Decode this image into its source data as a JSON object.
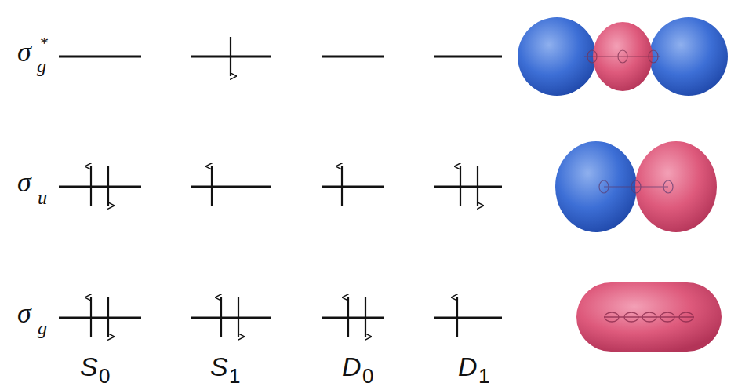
{
  "diagram": {
    "labels": [
      "σ",
      "*",
      "g",
      "σ",
      "u",
      "σ",
      "g",
      "S",
      "0",
      "S",
      "1",
      "D",
      "0",
      "D",
      "1"
    ]
  }
}
